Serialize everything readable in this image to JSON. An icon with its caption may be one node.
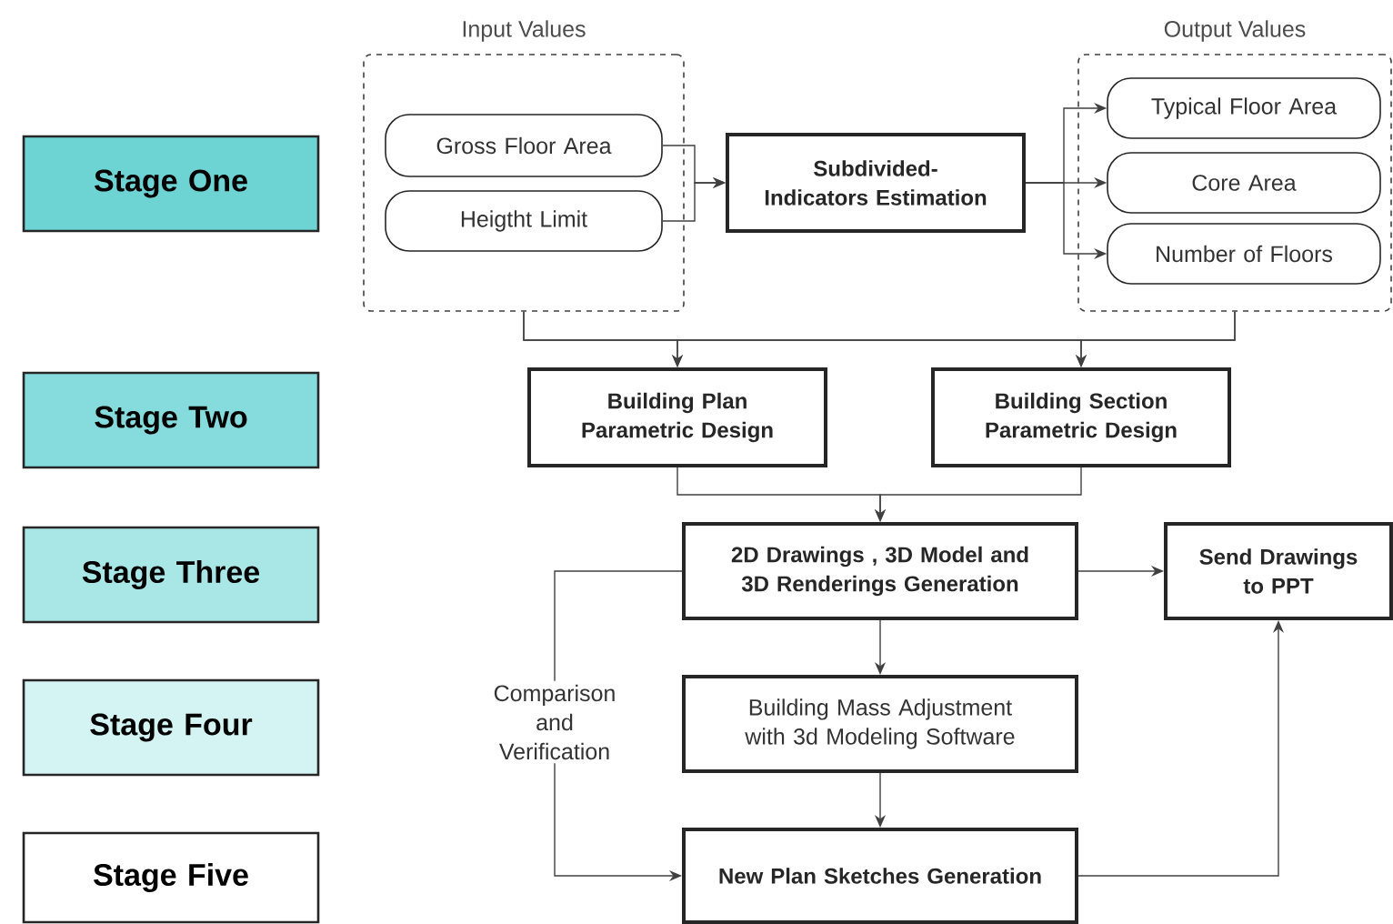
{
  "diagram": {
    "nodes": [
      {
        "text": [
          "Stage One"
        ]
      },
      {
        "text": [
          "Stage Two"
        ]
      },
      {
        "text": [
          "Stage Three"
        ]
      },
      {
        "text": [
          "Stage Four"
        ]
      },
      {
        "text": [
          "Stage Five"
        ]
      },
      {
        "text": [
          "Input Values"
        ]
      },
      {
        "text": [
          "Gross Floor Area"
        ],
        "in": 5
      },
      {
        "text": [
          "Heigtht Limit"
        ],
        "in": 5
      },
      {
        "text": [
          "Subdivided-Indicators Estimation"
        ]
      },
      {
        "text": [
          "Output Values"
        ]
      },
      {
        "text": [
          "Typical Floor Area"
        ],
        "in": 9
      },
      {
        "text": [
          "Core Area"
        ],
        "in": 9
      },
      {
        "text": [
          "Number of Floors"
        ],
        "in": 9
      },
      {
        "text": [
          "Building Plan Parametric Design"
        ]
      },
      {
        "text": [
          "Building Section Parametric Design"
        ]
      },
      {
        "text": [
          "2D Drawings , 3D Model and 3D Renderings Generation"
        ]
      },
      {
        "text": [
          "Send Drawings to PPT"
        ]
      },
      {
        "text": [
          "Building Mass Adjustment with 3d Modeling Software"
        ]
      },
      {
        "text": [
          "New Plan Sketches Generation"
        ]
      }
    ],
    "edges": [
      {
        "from": 6,
        "to": 8,
        "arrow": "to"
      },
      {
        "from": 7,
        "to": 8,
        "arrow": "to"
      },
      {
        "from": 8,
        "to": 10,
        "arrow": "to"
      },
      {
        "from": 8,
        "to": 11,
        "arrow": "to"
      },
      {
        "from": 8,
        "to": 12,
        "arrow": "to"
      },
      {
        "from": 5,
        "to": 13,
        "arrow": "to"
      },
      {
        "from": 5,
        "to": 14,
        "arrow": "to"
      },
      {
        "from": 9,
        "to": 13,
        "arrow": "to"
      },
      {
        "from": 9,
        "to": 14,
        "arrow": "to"
      },
      {
        "from": 13,
        "to": 15,
        "arrow": "to"
      },
      {
        "from": 14,
        "to": 15,
        "arrow": "to"
      },
      {
        "from": 15,
        "to": 16,
        "arrow": "to"
      },
      {
        "from": 15,
        "to": 17,
        "arrow": "to"
      },
      {
        "from": 17,
        "to": 18,
        "arrow": "to"
      },
      {
        "from": 15,
        "to": 18,
        "arrow": "to",
        "label": "Comparison and Verification"
      },
      {
        "from": 18,
        "to": 16,
        "arrow": "to"
      }
    ]
  }
}
